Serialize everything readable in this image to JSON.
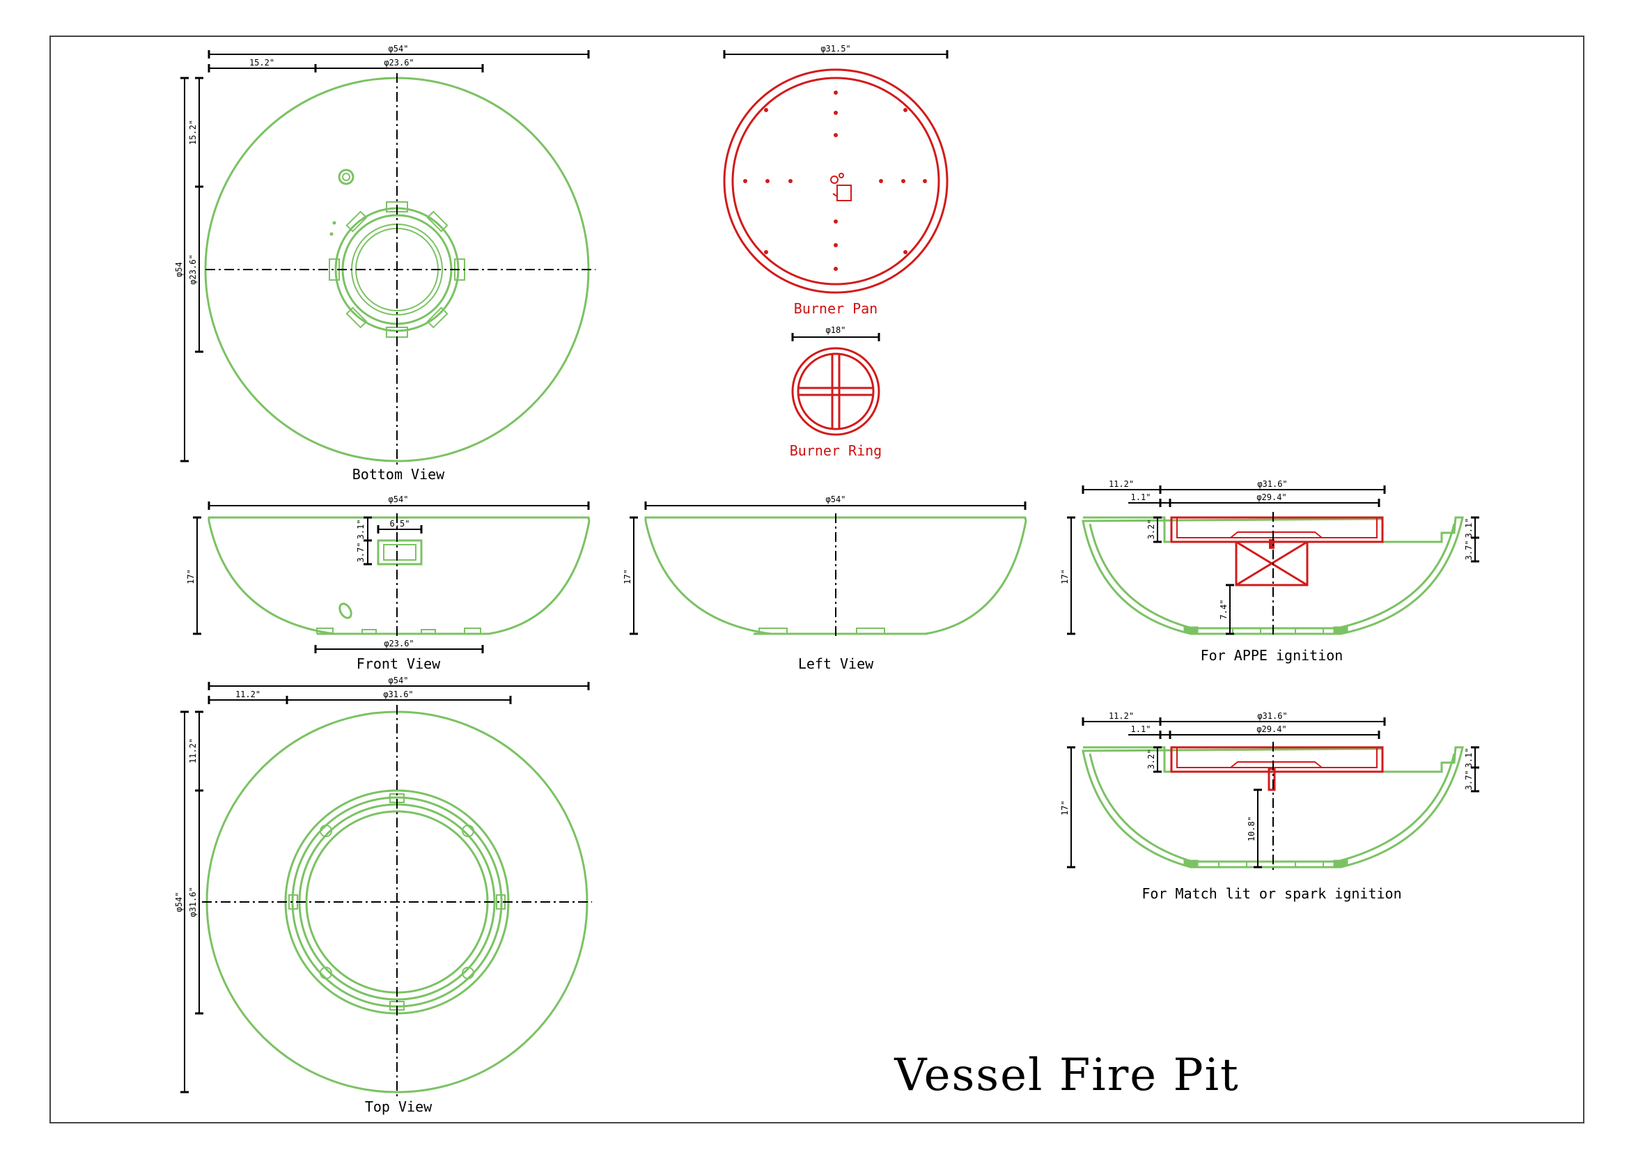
{
  "title": "Vessel Fire Pit",
  "views": {
    "bottom": {
      "label": "Bottom View",
      "dim_top_overall": "φ54\"",
      "dim_top_offset": "15.2\"",
      "dim_top_inner": "φ23.6\"",
      "dim_left_offset": "15.2\"",
      "dim_left_inner": "φ23.6\"",
      "dim_left_overall": "φ54"
    },
    "burner_pan": {
      "label": "Burner Pan",
      "dim": "φ31.5\""
    },
    "burner_ring": {
      "label": "Burner Ring",
      "dim": "φ18\""
    },
    "front": {
      "label": "Front View",
      "dim_overall": "φ54\"",
      "dim_height": "17\"",
      "dim_port_width": "6.5\"",
      "dim_port_h1": "3.7\"",
      "dim_port_h2": "3.1\"",
      "dim_base": "φ23.6\""
    },
    "left": {
      "label": "Left View",
      "dim_overall": "φ54\"",
      "dim_height": "17\""
    },
    "appe": {
      "label": "For APPE ignition",
      "dim_offset": "11.2\"",
      "dim_opening": "φ31.6\"",
      "dim_rim": "1.1\"",
      "dim_pan": "φ29.4\"",
      "dim_depth": "3.2\"",
      "dim_height": "17\"",
      "dim_side1": "3.7\"",
      "dim_side2": "3.1\"",
      "dim_inner": "7.4\""
    },
    "match": {
      "label": "For Match lit or spark ignition",
      "dim_offset": "11.2\"",
      "dim_opening": "φ31.6\"",
      "dim_rim": "1.1\"",
      "dim_pan": "φ29.4\"",
      "dim_depth": "3.2\"",
      "dim_height": "17\"",
      "dim_side1": "3.7\"",
      "dim_side2": "3.1\"",
      "dim_inner": "10.8\""
    },
    "top": {
      "label": "Top View",
      "dim_overall": "φ54\"",
      "dim_offset": "11.2\"",
      "dim_inner": "φ31.6\"",
      "dim_left_offset": "11.2\"",
      "dim_left_inner": "φ31.6\"",
      "dim_left_overall": "φ54\""
    }
  },
  "colors": {
    "vessel": "#7bc263",
    "burner": "#d21b1b",
    "lines": "#000000"
  }
}
